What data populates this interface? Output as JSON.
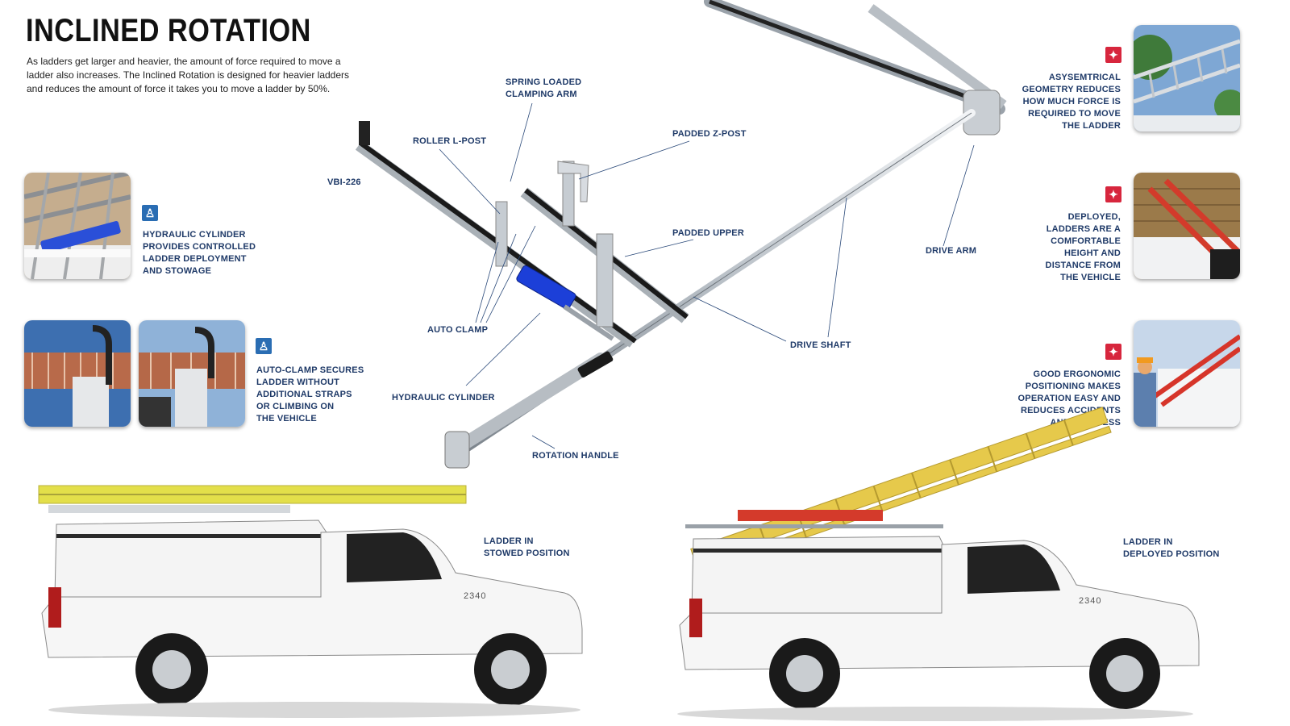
{
  "title": "INCLINED ROTATION",
  "intro": "As ladders get larger and heavier, the amount of force required to move a ladder also increases. The Inclined Rotation is designed for heavier ladders and reduces the amount of force it takes you to move a ladder by 50%.",
  "diagram_labels": {
    "spring_loaded": "SPRING LOADED\nCLAMPING ARM",
    "roller_lpost": "ROLLER L-POST",
    "padded_zpost": "PADDED Z-POST",
    "vbi": "VBI-226",
    "padded_upper": "PADDED UPPER",
    "drive_arm": "DRIVE ARM",
    "auto_clamp": "AUTO CLAMP",
    "drive_shaft": "DRIVE SHAFT",
    "hydraulic_cylinder": "HYDRAULIC CYLINDER",
    "rotation_handle": "ROTATION HANDLE"
  },
  "callouts": {
    "hydraulic": "HYDRAULIC CYLINDER\nPROVIDES CONTROLLED\nLADDER DEPLOYMENT\nAND STOWAGE",
    "autoclamp": "AUTO-CLAMP SECURES\nLADDER WITHOUT\nADDITIONAL STRAPS\nOR CLIMBING ON\nTHE VEHICLE",
    "asymmetrical": "ASYSEMTRICAL\nGEOMETRY REDUCES\nHOW MUCH FORCE IS\nREQUIRED TO MOVE\nTHE LADDER",
    "deployed": "DEPLOYED,\nLADDERS ARE A\nCOMFORTABLE\nHEIGHT AND\nDISTANCE FROM\nTHE VEHICLE",
    "ergonomic": "GOOD ERGONOMIC\nPOSITIONING MAKES\nOPERATION EASY AND\nREDUCES ACCIDENTS\nAND INJURIESS"
  },
  "truck_captions": {
    "stowed": "LADDER IN\nSTOWED POSITION",
    "deployed": "LADDER IN\nDEPLOYED POSITION"
  },
  "truck_number": "2340",
  "colors": {
    "navy": "#1f3a68",
    "badge_blue": "#2a6db3",
    "badge_red": "#d7263d",
    "cylinder_blue": "#1c3fd8"
  },
  "icons": {
    "blue_badge": "person-ladder-icon",
    "red_badge": "person-ergonomic-icon"
  }
}
